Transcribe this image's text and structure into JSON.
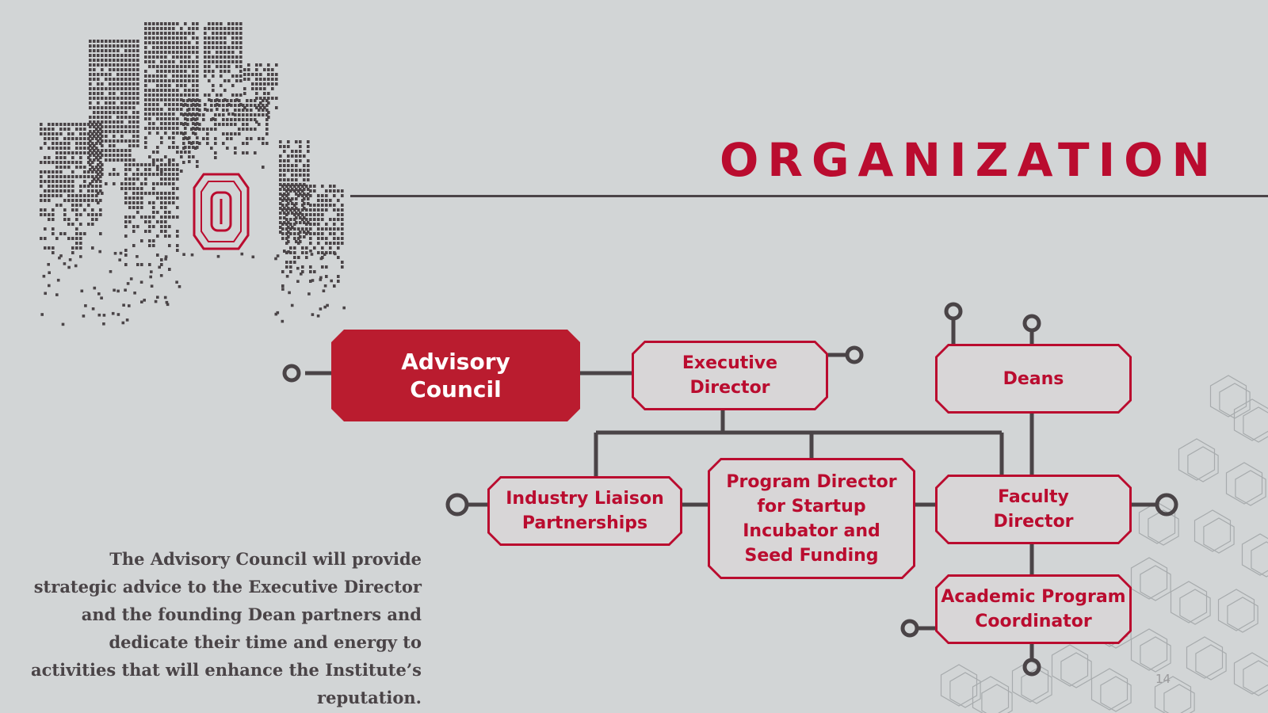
{
  "title": "ORGANIZATION",
  "colors": {
    "accent": "#ba0c2f",
    "line": "#4a4447",
    "background": "#d2d5d6",
    "node_fill": "#d8d6d7"
  },
  "diagram": {
    "nodes": {
      "advisory_council": "Advisory\nCouncil",
      "executive_director": "Executive\nDirector",
      "deans": "Deans",
      "industry_liaison": "Industry Liaison\nPartnerships",
      "program_director": "Program Director\nfor Startup\nIncubator and\nSeed Funding",
      "faculty_director": "Faculty\nDirector",
      "academic_coordinator": "Academic Program\nCoordinator"
    }
  },
  "caption": "The Advisory Council will provide strategic advice to the Executive Director and the founding Dean partners and dedicate their time and energy to activities that will enhance the Institute’s reputation.",
  "page_number": "14",
  "decor": {
    "skyline": "city-skyline-graphic",
    "logo": "block-o-logo-icon",
    "background_pattern": "hexagon-pattern"
  }
}
